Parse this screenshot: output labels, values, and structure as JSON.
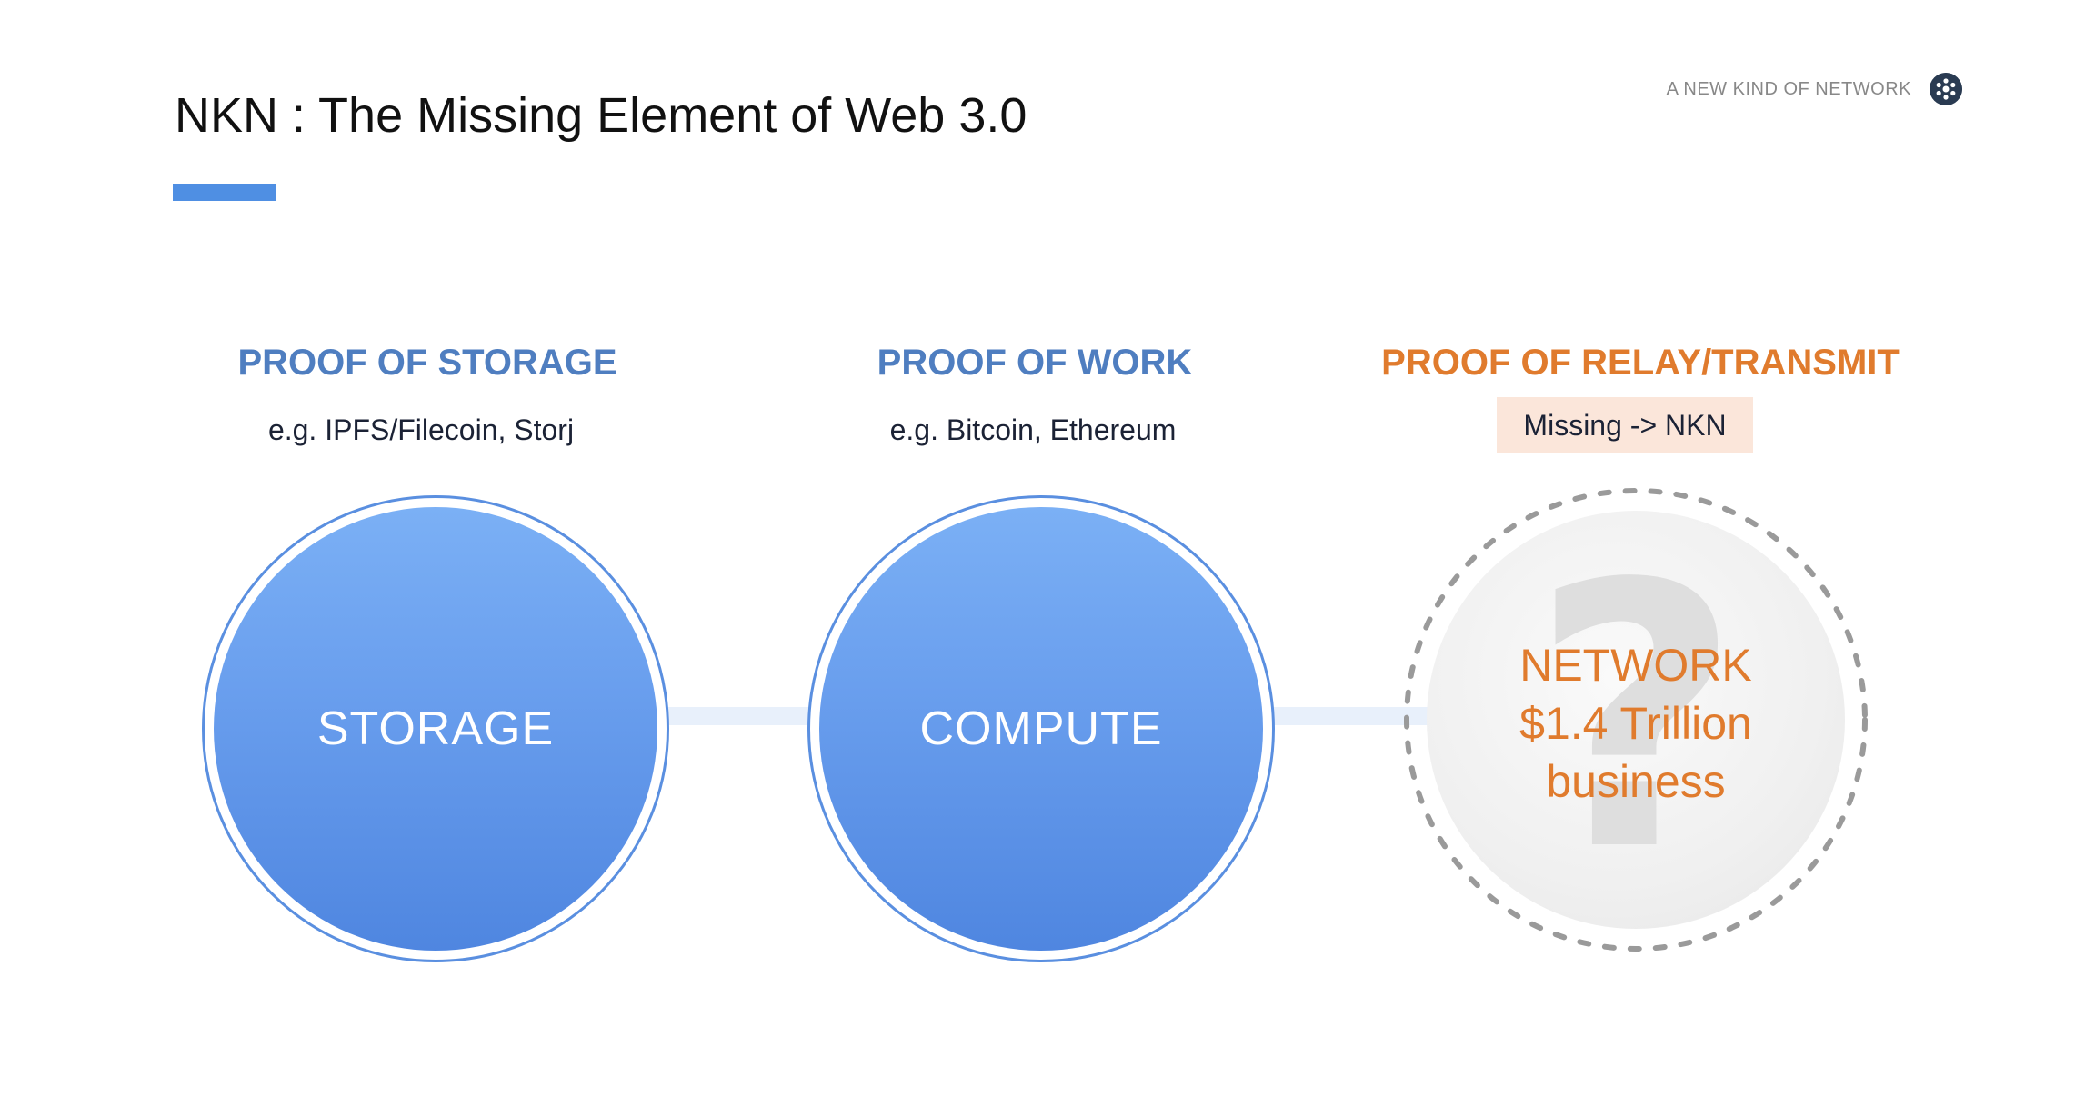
{
  "header": {
    "title": "NKN : The Missing Element of Web 3.0",
    "brand_text": "A NEW KIND OF NETWORK"
  },
  "colors": {
    "accent_blue": "#4f8fe3",
    "heading_blue": "#4f7ec0",
    "heading_orange": "#e07b2d",
    "highlight_bg": "#fbe6da"
  },
  "columns": [
    {
      "heading": "PROOF OF STORAGE",
      "examples": "e.g. IPFS/Filecoin, Storj",
      "circle_label": "STORAGE"
    },
    {
      "heading": "PROOF OF WORK",
      "examples": "e.g. Bitcoin, Ethereum",
      "circle_label": "COMPUTE"
    },
    {
      "heading": "PROOF OF RELAY/TRANSMIT",
      "examples": "Missing -> NKN",
      "circle_lines": [
        "NETWORK",
        "$1.4 Trillion",
        "business"
      ]
    }
  ]
}
